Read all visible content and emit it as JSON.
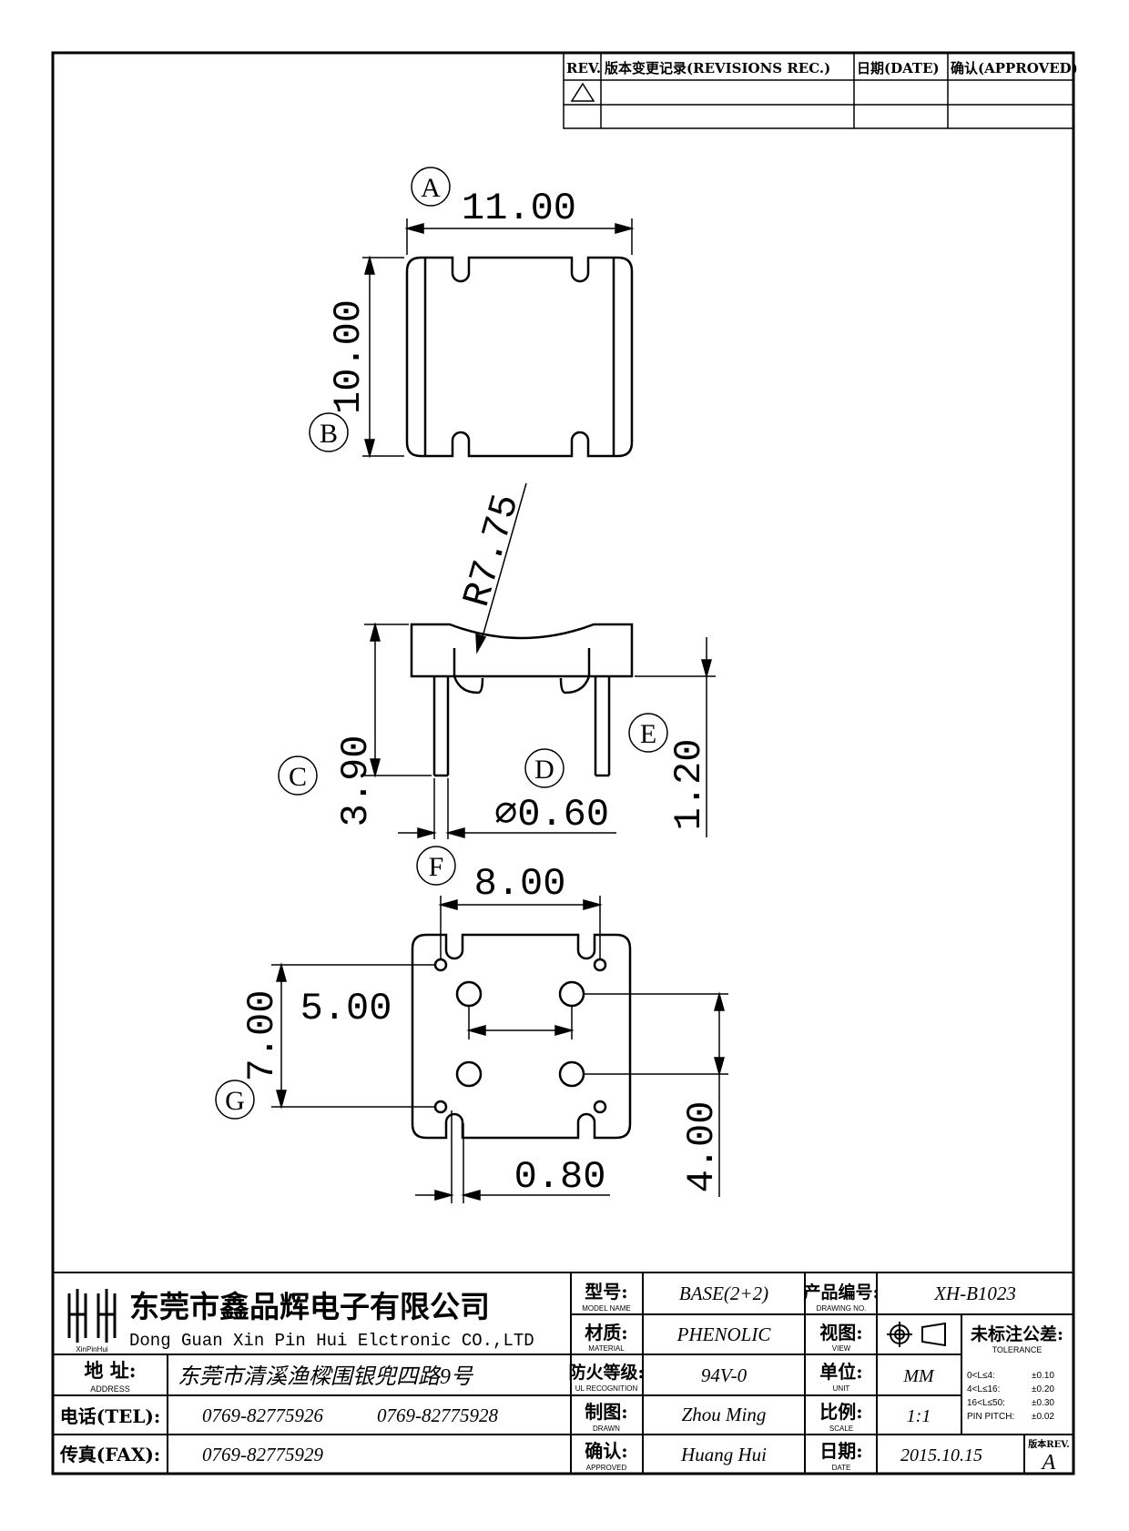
{
  "revision_table": {
    "headers": {
      "rev": "REV.",
      "record": "版本变更记录(REVISIONS REC.)",
      "date": "日期(DATE)",
      "approved": "确认(APPROVED)"
    }
  },
  "views": {
    "top": {
      "label_width": "A",
      "width": "11.00",
      "label_height": "B",
      "height": "10.00"
    },
    "side": {
      "radius": "R7.75",
      "label_height": "C",
      "height": "3.90",
      "label_pin_dia": "D",
      "pin_dia": "⌀0.60",
      "label_base": "E",
      "base_height": "1.20",
      "label_pin_w": "F"
    },
    "bottom": {
      "pitch_x": "8.00",
      "inner_x": "5.00",
      "label_pitch_y": "G",
      "pitch_y": "7.00",
      "inner_y": "4.00",
      "edge": "0.80"
    }
  },
  "title_block": {
    "company_cn": "东莞市鑫品辉电子有限公司",
    "company_en": "Dong Guan Xin Pin Hui Elctronic CO.,LTD",
    "logo_text": "XinPinHui",
    "address_label": "地 址:",
    "address_label_en": "ADDRESS",
    "address": "东莞市清溪渔樑围银兜四路9号",
    "tel_label": "电话(TEL):",
    "tel1": "0769-82775926",
    "tel2": "0769-82775928",
    "fax_label": "传真(FAX):",
    "fax": "0769-82775929",
    "model_label": "型号:",
    "model_label_en": "MODEL NAME",
    "model": "BASE(2+2)",
    "material_label": "材质:",
    "material_label_en": "MATERIAL",
    "material": "PHENOLIC",
    "fire_label": "防火等级:",
    "fire_label_en": "UL RECOGNITION",
    "fire": "94V-0",
    "drawn_label": "制图:",
    "drawn_label_en": "DRAWN",
    "drawn": "Zhou Ming",
    "approved_label": "确认:",
    "approved_label_en": "APPROVED",
    "approved": "Huang Hui",
    "drawing_no_label": "产品编号:",
    "drawing_no_label_en": "DRAWING NO.",
    "drawing_no": "XH-B1023",
    "view_label": "视图:",
    "view_label_en": "VIEW",
    "unit_label": "单位:",
    "unit_label_en": "UNIT",
    "unit": "MM",
    "scale_label": "比例:",
    "scale_label_en": "SCALE",
    "scale": "1:1",
    "date_label": "日期:",
    "date_label_en": "DATE",
    "date": "2015.10.15",
    "tolerance_label": "未标注公差:",
    "tolerance_label_en": "TOLERANCE",
    "tol_rows": [
      {
        "range": "0<L≤4:",
        "value": "±0.10"
      },
      {
        "range": "4<L≤16:",
        "value": "±0.20"
      },
      {
        "range": "16<L≤50:",
        "value": "±0.30"
      },
      {
        "range": "PIN PITCH:",
        "value": "±0.02"
      }
    ],
    "rev_label": "版本REV.",
    "rev": "A"
  }
}
